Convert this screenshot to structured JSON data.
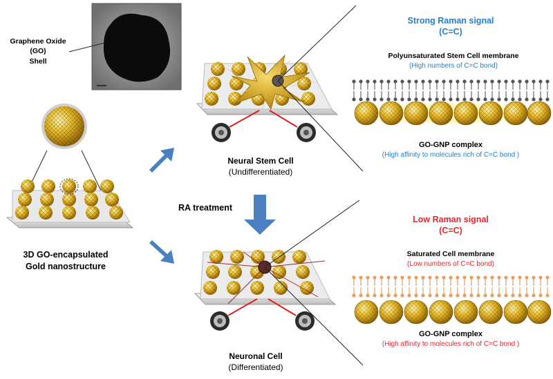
{
  "tem": {
    "label_line1": "Graphene Oxide",
    "label_line2": "(GO)",
    "label_line3": "Shell"
  },
  "substrate": {
    "label_line1": "3D GO-encapsulated",
    "label_line2": "Gold nanostructure"
  },
  "treatment": {
    "label": "RA treatment"
  },
  "stem_cell": {
    "name": "Neural Stem Cell",
    "state": "(Undifferentiated)"
  },
  "neuronal_cell": {
    "name": "Neuronal Cell",
    "state": "(Differentiated)"
  },
  "top_panel": {
    "signal_line1": "Strong Raman signal",
    "signal_line2": "(C=C)",
    "membrane_title": "Polyunsaturated Stem Cell membrane",
    "membrane_note": "(High numbers of C=C bond)",
    "complex_title": "GO-GNP complex",
    "complex_note": "(High affinity to molecules rich of C=C bond )"
  },
  "bottom_panel": {
    "signal_line1": "Low Raman signal",
    "signal_line2": "(C=C)",
    "membrane_title": "Saturated Cell membrane",
    "membrane_note": "(Low numbers of C=C bond)",
    "complex_title": "GO-GNP complex",
    "complex_note": "(High affinity to molecules rich of C=C bond )"
  },
  "colors": {
    "strong": "#1f7fc9",
    "low": "#e8242b",
    "arrow": "#4a7fc0",
    "gold": "#e0b020"
  }
}
